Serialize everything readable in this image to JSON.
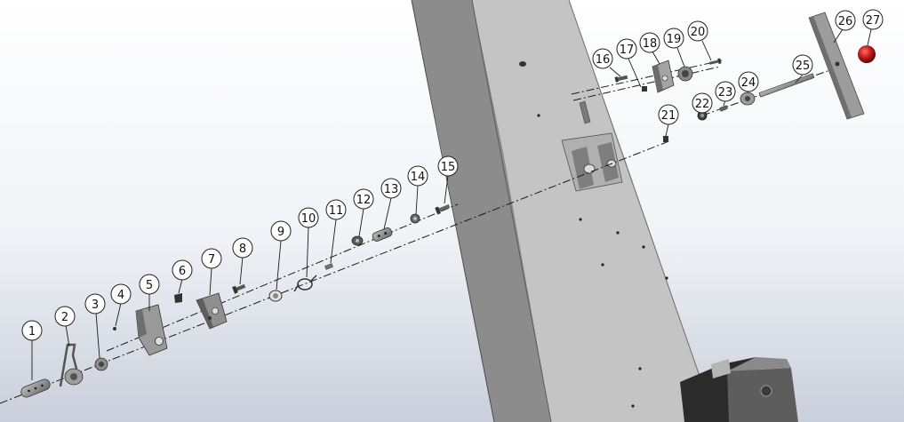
{
  "diagram": {
    "type": "exploded-assembly",
    "balloons": [
      {
        "label": "1"
      },
      {
        "label": "2"
      },
      {
        "label": "3"
      },
      {
        "label": "4"
      },
      {
        "label": "5"
      },
      {
        "label": "6"
      },
      {
        "label": "7"
      },
      {
        "label": "8"
      },
      {
        "label": "9"
      },
      {
        "label": "10"
      },
      {
        "label": "11"
      },
      {
        "label": "12"
      },
      {
        "label": "13"
      },
      {
        "label": "14"
      },
      {
        "label": "15"
      },
      {
        "label": "16"
      },
      {
        "label": "17"
      },
      {
        "label": "18"
      },
      {
        "label": "19"
      },
      {
        "label": "20"
      },
      {
        "label": "21"
      },
      {
        "label": "22"
      },
      {
        "label": "23"
      },
      {
        "label": "24"
      },
      {
        "label": "25"
      },
      {
        "label": "26"
      },
      {
        "label": "27"
      }
    ]
  }
}
